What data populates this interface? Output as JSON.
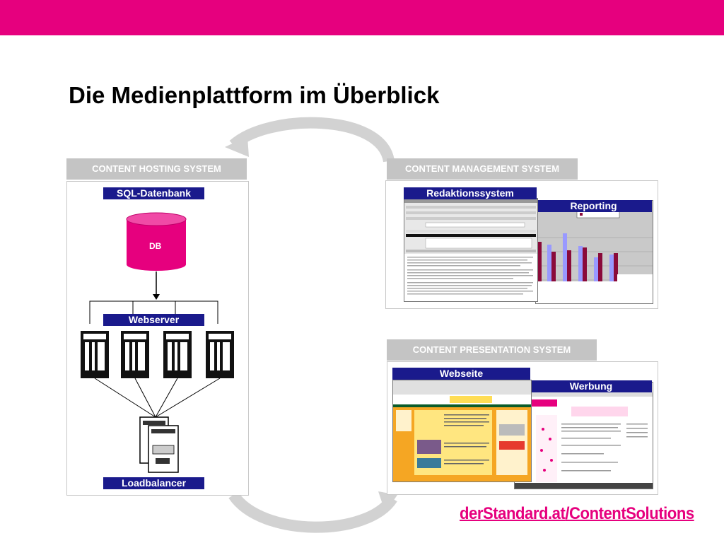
{
  "title": "Die Medienplattform im Überblick",
  "hosting": {
    "tab": "CONTENT HOSTING SYSTEM",
    "sql_label": "SQL-Datenbank",
    "db_label": "DB",
    "webserver_label": "Webserver",
    "loadbalancer_label": "Loadbalancer"
  },
  "management": {
    "tab": "CONTENT MANAGEMENT SYSTEM",
    "editor_label": "Redaktionssystem",
    "reporting_label": "Reporting"
  },
  "presentation": {
    "tab": "CONTENT PRESENTATION SYSTEM",
    "website_label": "Webseite",
    "ads_label": "Werbung"
  },
  "brand": {
    "name": "derStandard.at",
    "suffix": "/ContentSolutions"
  },
  "colors": {
    "accent": "#e6007e",
    "label_bg": "#1a1a8c",
    "tab_bg": "#c4c4c4"
  }
}
